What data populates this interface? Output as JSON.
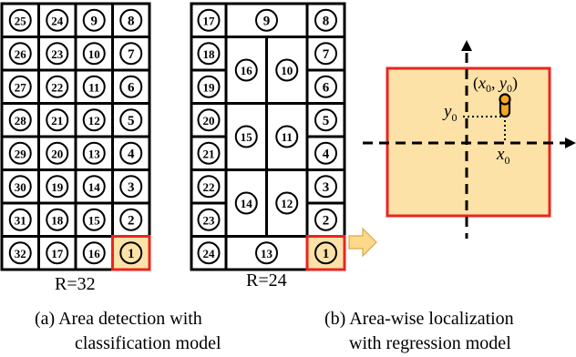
{
  "panel_a": {
    "grid32_rows": [
      [
        "25",
        "24",
        "9",
        "8"
      ],
      [
        "26",
        "23",
        "10",
        "7"
      ],
      [
        "27",
        "22",
        "11",
        "6"
      ],
      [
        "28",
        "21",
        "12",
        "5"
      ],
      [
        "29",
        "20",
        "13",
        "4"
      ],
      [
        "30",
        "19",
        "14",
        "3"
      ],
      [
        "31",
        "18",
        "15",
        "2"
      ],
      [
        "32",
        "17",
        "16",
        "1"
      ]
    ],
    "grid32_label": "R=32",
    "grid24": {
      "left_col": [
        "17",
        "18",
        "19",
        "20",
        "21",
        "22",
        "23",
        "24"
      ],
      "right_col": [
        "8",
        "7",
        "6",
        "5",
        "4",
        "3",
        "2",
        "1"
      ],
      "top_wide": "9",
      "bottom_wide": "13",
      "middle_left": [
        "16",
        "15",
        "14"
      ],
      "middle_right": [
        "10",
        "11",
        "12"
      ]
    },
    "grid24_label": "R=24",
    "caption_line1": "(a)  Area detection with",
    "caption_line2": "classification model"
  },
  "panel_b": {
    "point_label_x": "x",
    "point_label_y": "y",
    "point_label_sub": "0",
    "point_coord_open": "(",
    "point_coord_sep": ", ",
    "point_coord_close": ")",
    "caption_line1": "(b) Area-wise localization",
    "caption_line2": "with regression model"
  },
  "colors": {
    "highlight_fill": "#fde2a7",
    "highlight_border": "#e8251f",
    "arrow_fill": "#fbd98a",
    "arrow_stroke": "#d8a94a",
    "marker_fill": "#f2a91e",
    "grid_line": "#000000"
  }
}
